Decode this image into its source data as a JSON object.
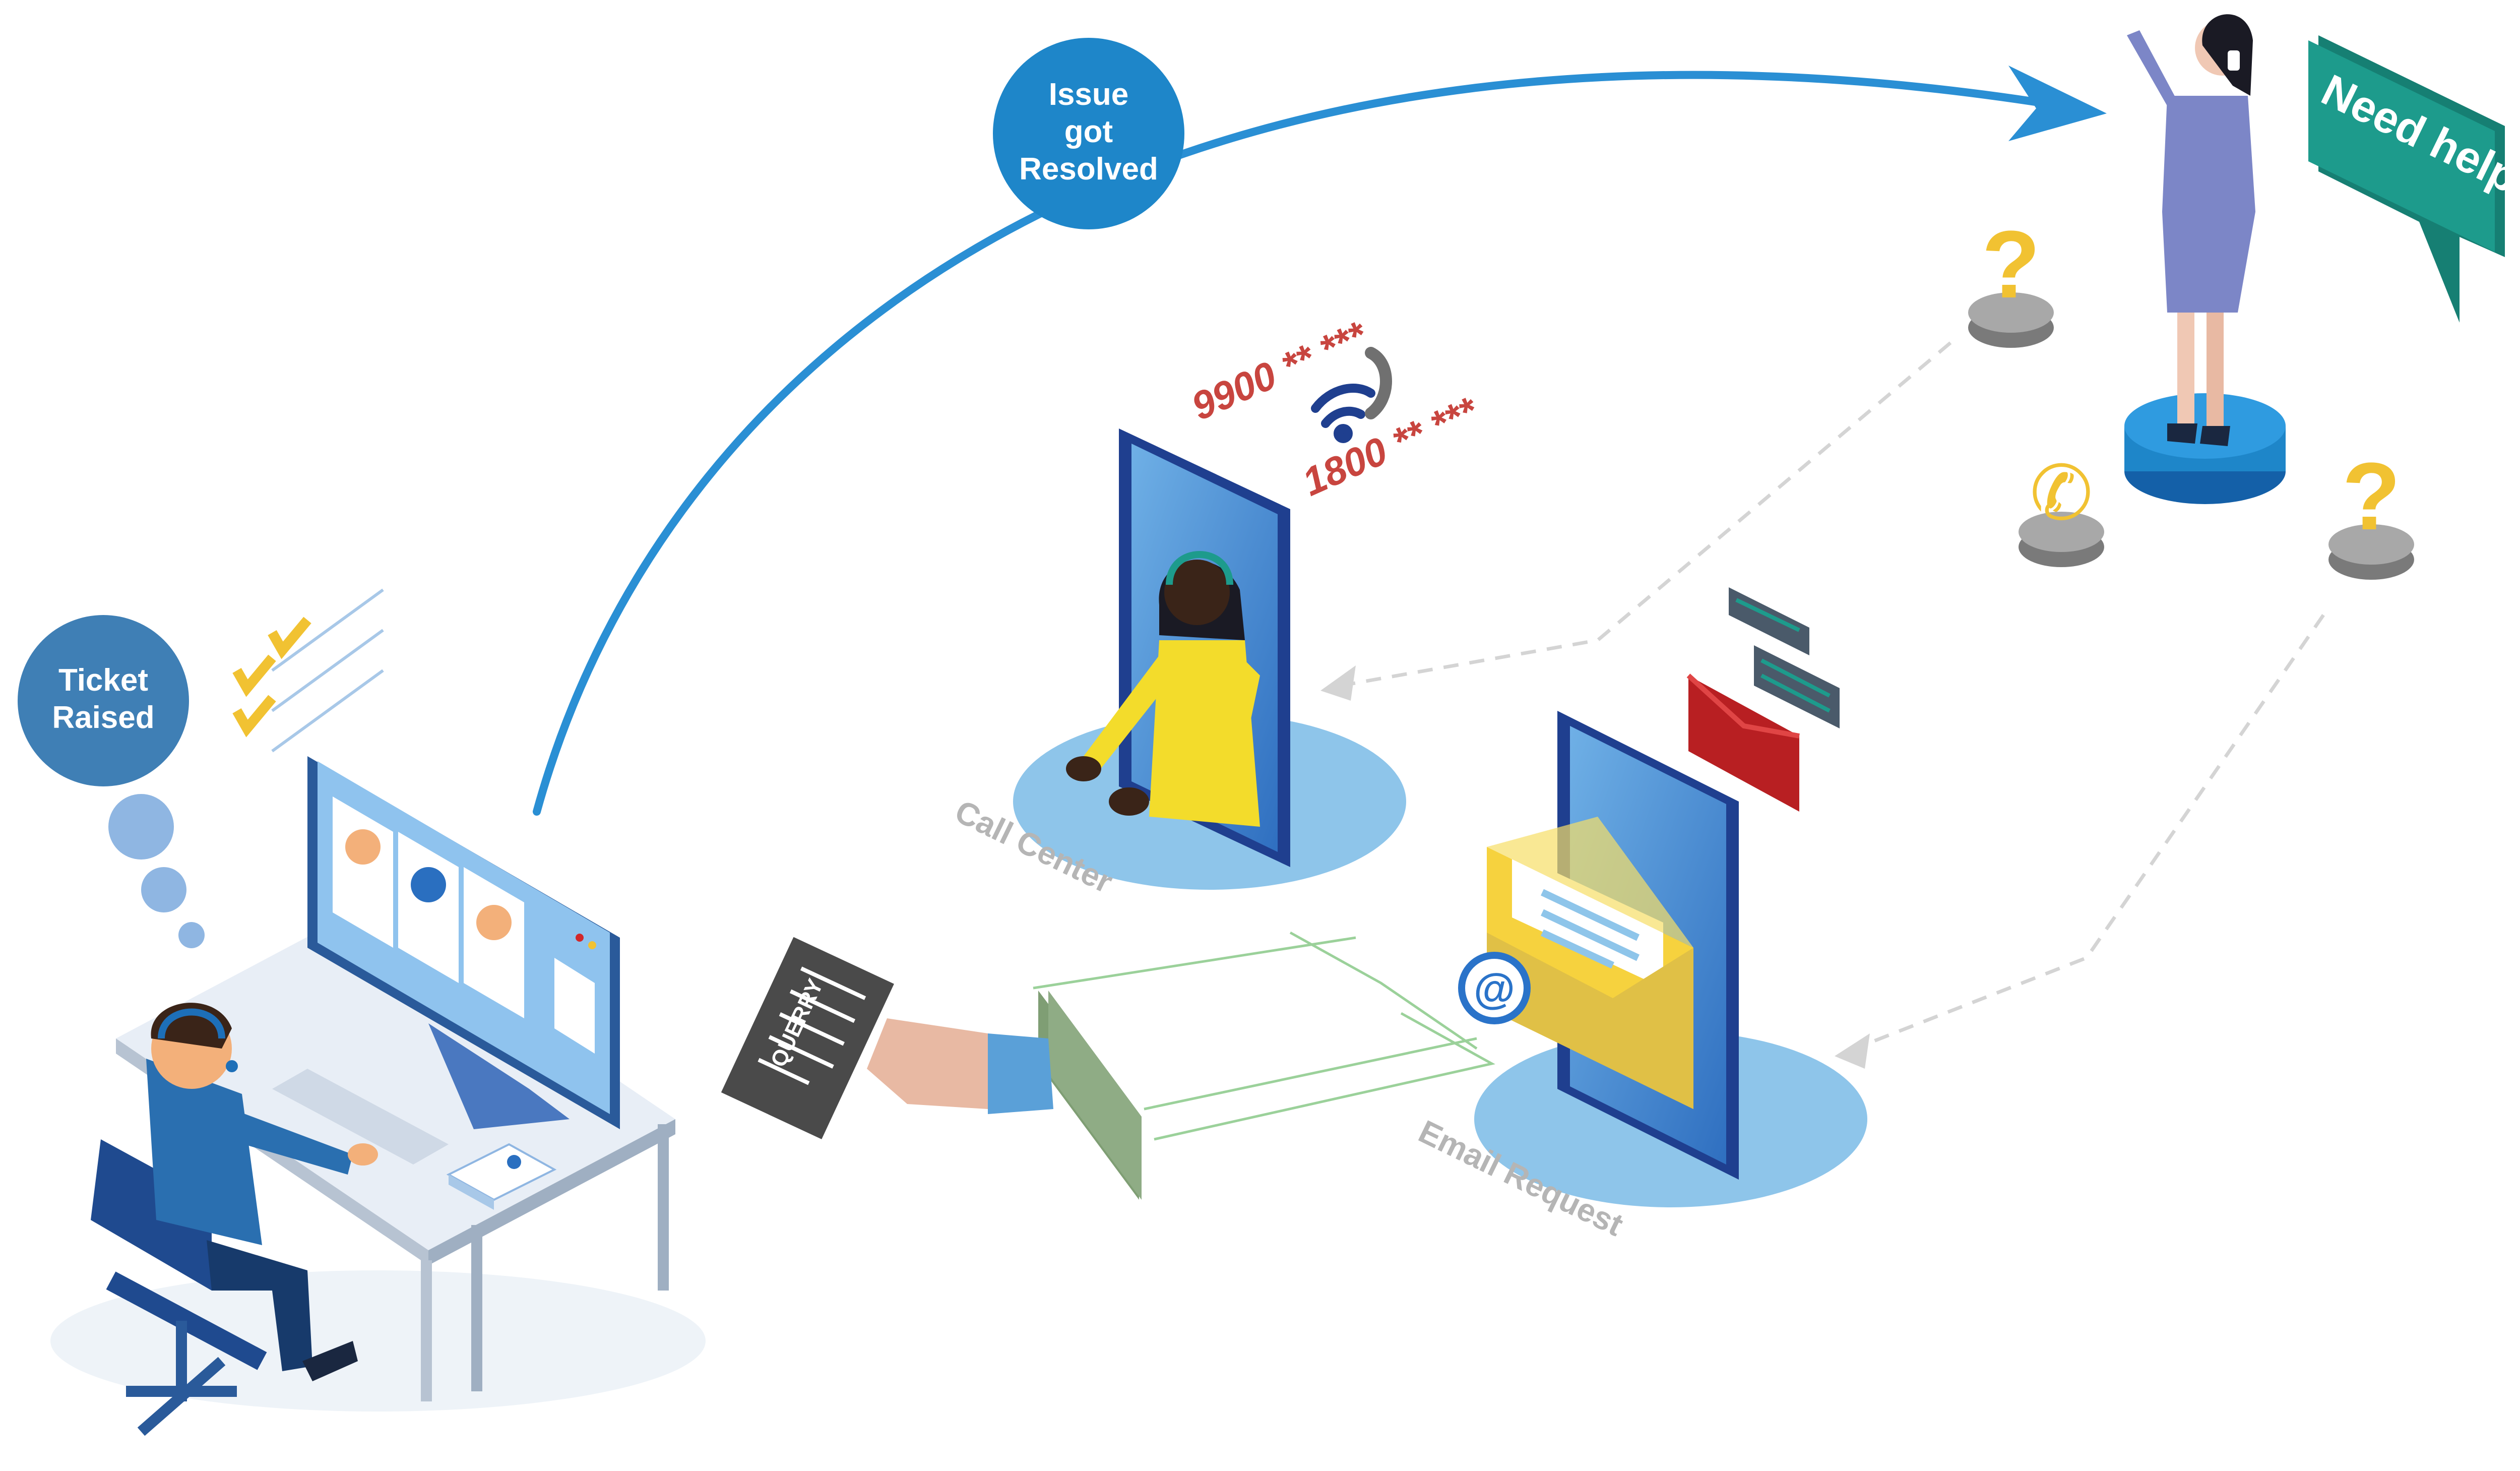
{
  "labels": {
    "issue_resolved": [
      "Issue",
      "got",
      "Resolved"
    ],
    "ticket_raised": [
      "Ticket",
      "Raised"
    ],
    "need_help": "Need help!",
    "call_center": "Call Center",
    "email_request": "Email Request",
    "query_ticket": "QUERRY",
    "phone_number_1": "9900 ** ***",
    "phone_number_2": "1800 ** ***",
    "email_symbol": "@"
  },
  "colors": {
    "primary_blue": "#2a8fd4",
    "circle_blue": "#1e86c9",
    "ticket_circle": "#3f7fb5",
    "thought_bubble": "#8fb6e2",
    "platform_light": "#8ec5ea",
    "device_frame": "#1f3f8f",
    "need_help_teal": "#1d9b8c",
    "agent_yellow": "#f3dc2b",
    "number_red": "#c8453f",
    "label_gray": "#b5b5b5",
    "envelope_yellow": "#f6d23e",
    "mail_red": "#d2272a",
    "wire_green": "#9bd19a"
  },
  "icons": [
    "question-mark-icon",
    "phone-handset-icon",
    "wifi-call-icon",
    "email-at-icon",
    "chat-bubble-icon",
    "checkmark-icon",
    "headset-icon",
    "envelope-icon"
  ]
}
